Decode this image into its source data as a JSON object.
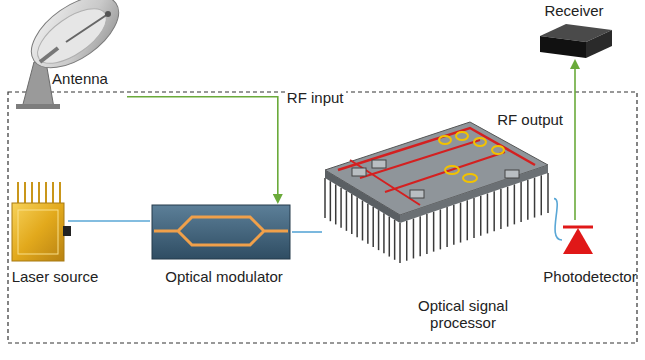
{
  "diagram": {
    "nodes": [
      {
        "text": [
          "Antenna"
        ]
      },
      {
        "text": [
          "Receiver"
        ]
      },
      {
        "text": [
          "Laser source"
        ]
      },
      {
        "text": [
          "Optical modulator"
        ]
      },
      {
        "text": [
          "Optical signal processor"
        ]
      },
      {
        "text": [
          "Photodetector"
        ]
      }
    ],
    "edges": [
      {
        "from": 0,
        "to": 3,
        "label": "RF input",
        "arrow": "to"
      },
      {
        "from": 5,
        "to": 1,
        "label": "RF output",
        "arrow": "to"
      },
      {
        "from": 2,
        "to": 3,
        "arrow": "none"
      },
      {
        "from": 3,
        "to": 4,
        "arrow": "none"
      },
      {
        "from": 4,
        "to": 5,
        "arrow": "none"
      }
    ]
  }
}
